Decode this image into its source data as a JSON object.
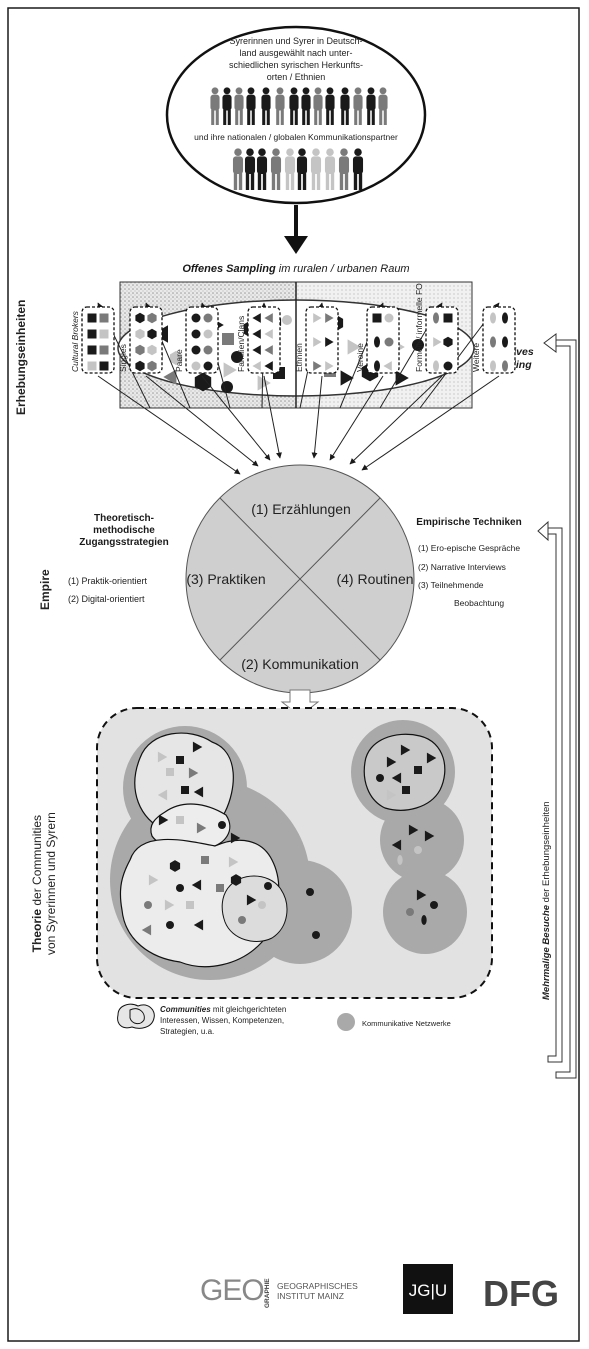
{
  "top_ellipse": {
    "line1": "Syrerinnen und Syrer in Deutsch-",
    "line2": "land ausgewählt nach unter-",
    "line3": "schiedlichen syrischen Herkunfts-",
    "line4": "orten / Ethnien",
    "partners": "und ihre nationalen / globalen Kommunikationspartner"
  },
  "sampling": {
    "title_bold": "Offenes Sampling",
    "title_rest": " im ruralen / urbanen Raum",
    "selective_line1": "Selektives",
    "selective_line2": "Sampling"
  },
  "units": {
    "heading": "Erhebungseinheiten",
    "items": [
      {
        "label": "Cultural Brokers"
      },
      {
        "label": "Singles"
      },
      {
        "label": "Paare"
      },
      {
        "label": "Familien/Clans"
      },
      {
        "label": "Ethnien"
      },
      {
        "label": "Vereine"
      },
      {
        "label": "Formelle/ informelle FO."
      },
      {
        "label": "Weitere"
      }
    ]
  },
  "empire": {
    "heading": "Empire",
    "strategies_title_1": "Theoretisch-",
    "strategies_title_2": "methodische",
    "strategies_title_3": "Zugangsstrategien",
    "strategy_1": "(1) Praktik-orientiert",
    "strategy_2": "(2) Digital-orientiert",
    "techniques_title": "Empirische Techniken",
    "technique_1": "(1) Ero-epische Gespräche",
    "technique_2": "(2) Narrative Interviews",
    "technique_3a": "(3) Teilnehmende",
    "technique_3b": "Beobachtung",
    "circle_top": "(1) Erzählungen",
    "circle_left": "(3) Praktiken",
    "circle_right": "(4) Routinen",
    "circle_bottom": "(2) Kommunikation"
  },
  "side": {
    "visits_bold": "Mehrmalige Besuche",
    "visits_rest": " der Erhebungseinheiten"
  },
  "theory": {
    "line1_bold": "Theorie",
    "line1_rest": " der Communities",
    "line2": "von Syrerinnen und Syrern"
  },
  "legend": {
    "communities_bold": "Communities",
    "communities_rest": " mit gleichgerichteten",
    "communities_line2": "Interessen, Wissen, Kompetenzen,",
    "communities_line3": "Strategien, u.a.",
    "networks": "Kommunikative Netzwerke"
  },
  "logos": {
    "geo": "GEO",
    "graphie": "GRAPHIE",
    "institute_line1": "GEOGRAPHISCHES",
    "institute_line2": "INSTITUT MAINZ",
    "jgu": "JG|U",
    "dfg": "DFG"
  },
  "colors": {
    "dark": "#1a1a1a",
    "mid": "#7a7a7a",
    "light": "#c4c4c4",
    "circle_fill": "#cfcfcf",
    "network_fill": "#a9a9a9",
    "box_fill": "#e2e2e2"
  }
}
